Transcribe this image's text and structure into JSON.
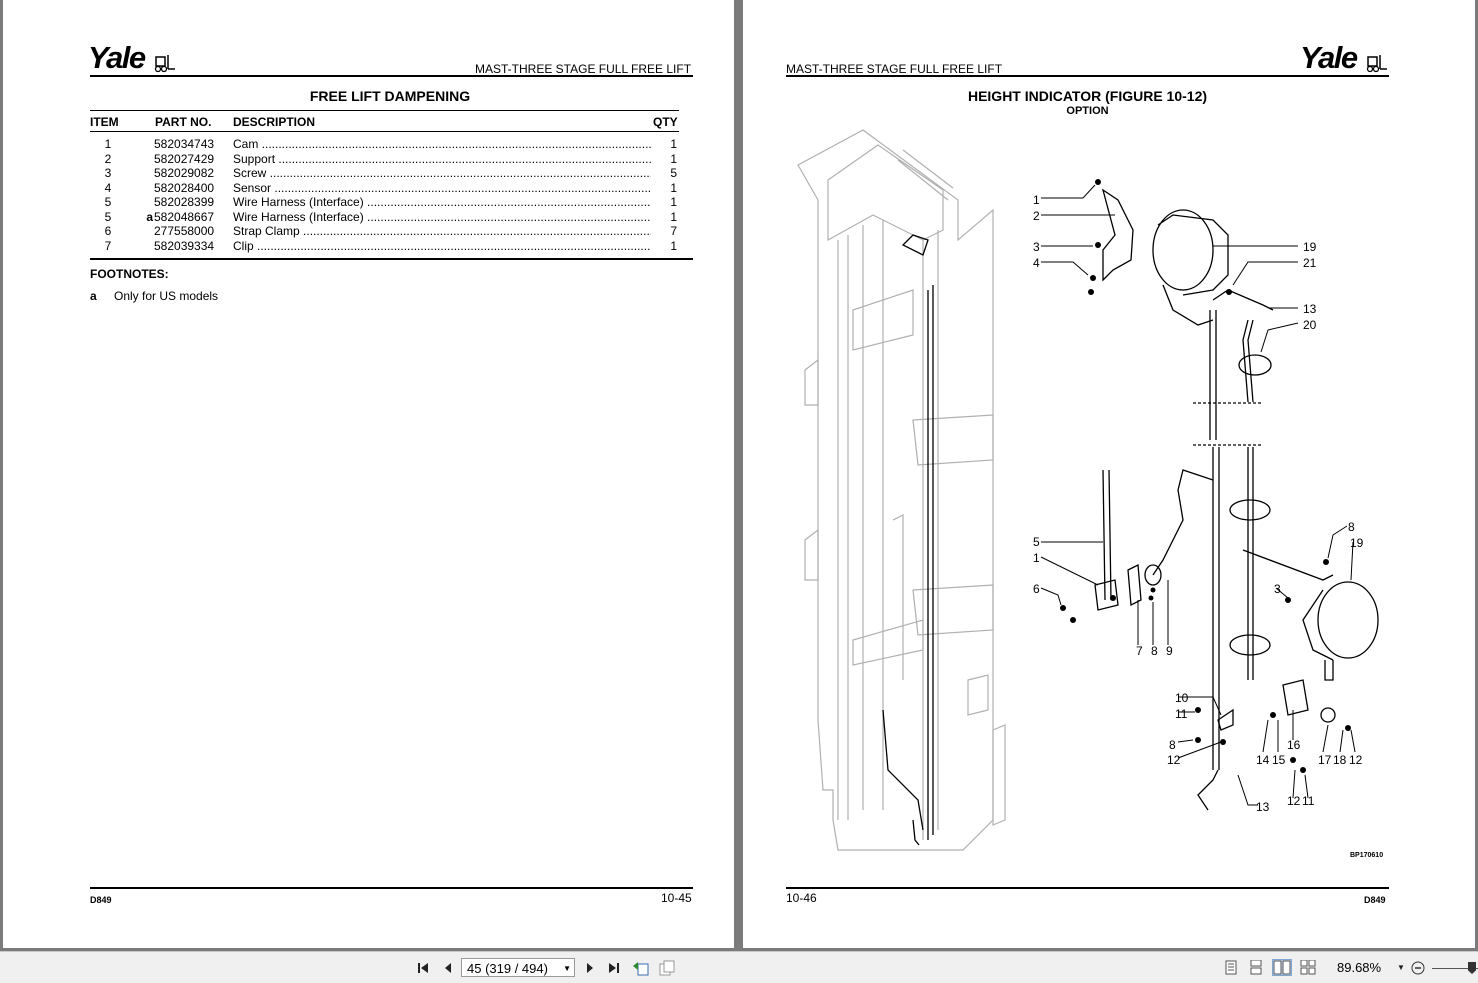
{
  "left_page": {
    "logo": "Yale",
    "header": "MAST-THREE STAGE FULL FREE LIFT",
    "title": "FREE LIFT DAMPENING",
    "columns": [
      "ITEM",
      "PART NO.",
      "DESCRIPTION",
      "QTY"
    ],
    "rows": [
      {
        "item": "1",
        "fn": "",
        "part": "582034743",
        "desc": "Cam",
        "qty": "1"
      },
      {
        "item": "2",
        "fn": "",
        "part": "582027429",
        "desc": "Support",
        "qty": "1"
      },
      {
        "item": "3",
        "fn": "",
        "part": "582029082",
        "desc": "Screw",
        "qty": "5"
      },
      {
        "item": "4",
        "fn": "",
        "part": "582028400",
        "desc": "Sensor",
        "qty": "1"
      },
      {
        "item": "5",
        "fn": "",
        "part": "582028399",
        "desc": "Wire Harness (Interface)",
        "qty": "1"
      },
      {
        "item": "5",
        "fn": "a",
        "part": "582048667",
        "desc": "Wire Harness (Interface)",
        "qty": "1"
      },
      {
        "item": "6",
        "fn": "",
        "part": "277558000",
        "desc": "Strap Clamp",
        "qty": "7"
      },
      {
        "item": "7",
        "fn": "",
        "part": "582039334",
        "desc": "Clip",
        "qty": "1"
      }
    ],
    "footnotes_heading": "FOOTNOTES:",
    "footnotes": [
      {
        "mark": "a",
        "text": "Only for US models"
      }
    ],
    "footer_code": "D849",
    "footer_page": "10-45"
  },
  "right_page": {
    "logo": "Yale",
    "header": "MAST-THREE STAGE FULL FREE LIFT",
    "title": "HEIGHT INDICATOR (FIGURE 10-12)",
    "subtitle": "OPTION",
    "figure_code": "BP170610",
    "callouts": [
      "1",
      "2",
      "3",
      "4",
      "19",
      "21",
      "13",
      "20",
      "5",
      "1",
      "6",
      "7",
      "8",
      "9",
      "8",
      "19",
      "3",
      "10",
      "11",
      "8",
      "12",
      "14",
      "15",
      "16",
      "17",
      "18",
      "12",
      "12",
      "11",
      "13"
    ],
    "footer_code": "D849",
    "footer_page": "10-46"
  },
  "toolbar": {
    "page_field": "45 (319 / 494)",
    "zoom": "89.68%"
  }
}
